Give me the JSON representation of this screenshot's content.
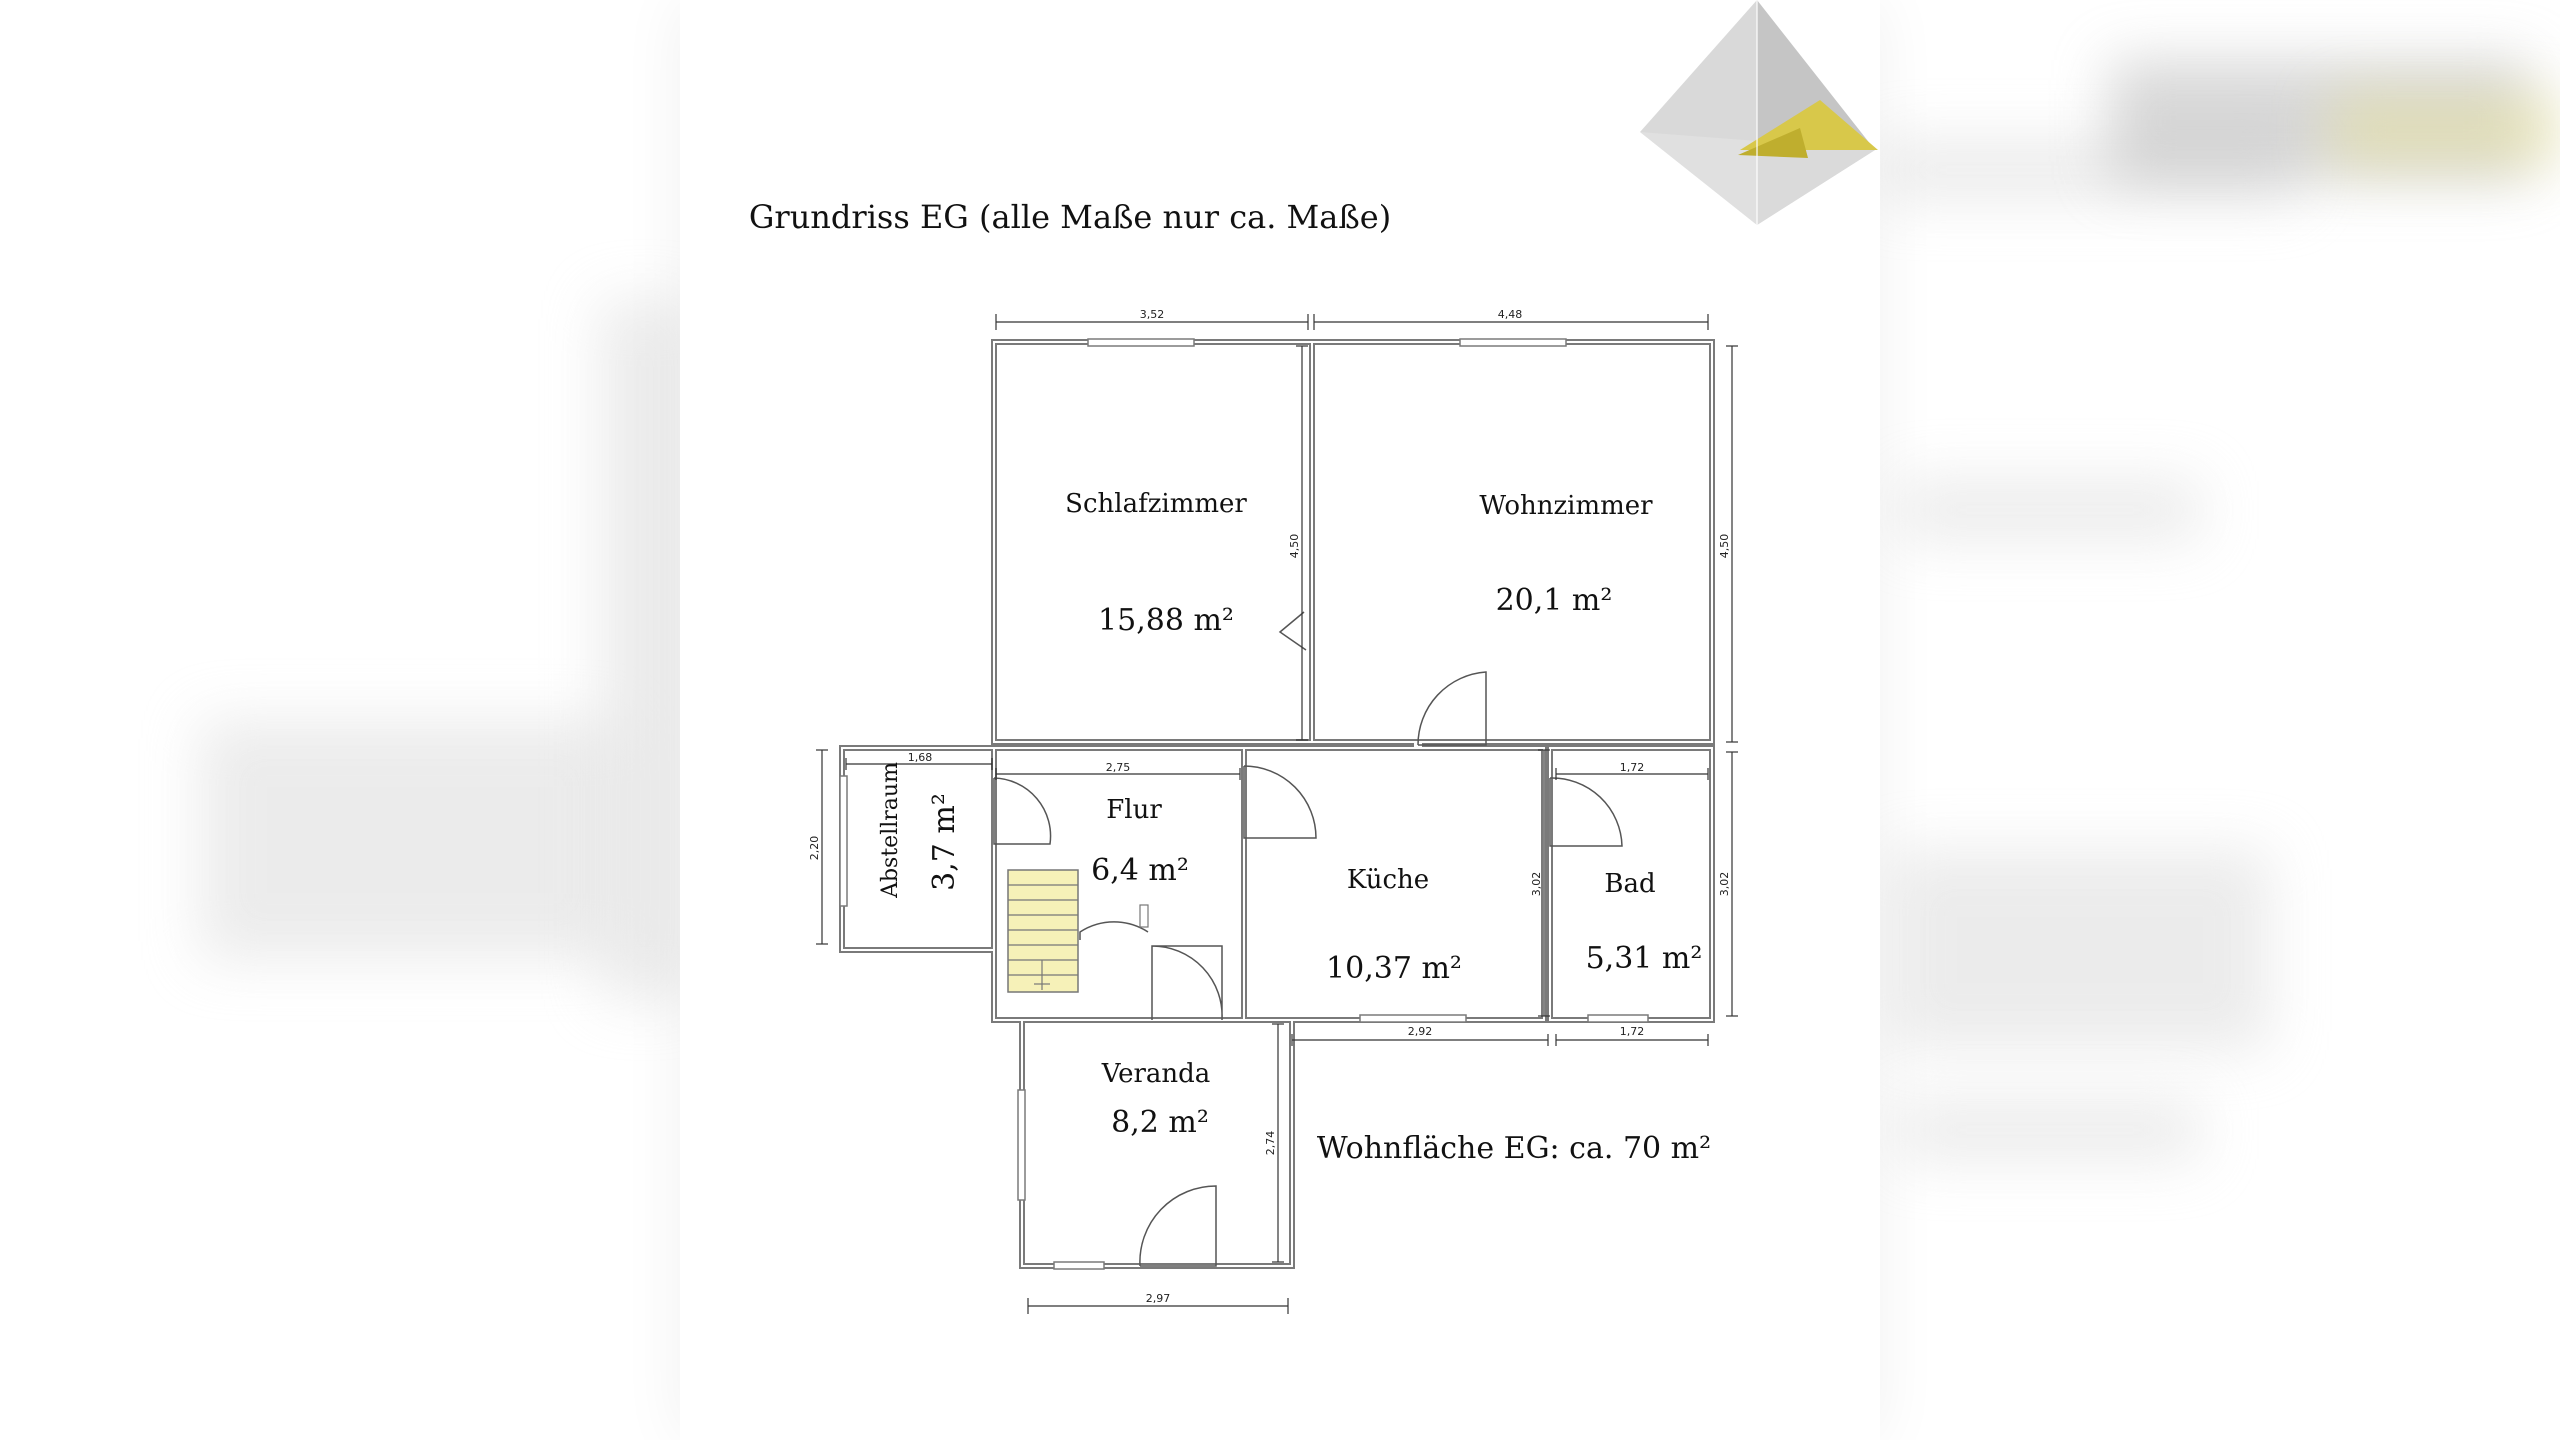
{
  "title": "Grundriss EG (alle Maße nur ca. Maße)",
  "total_area": "Wohnfläche EG: ca. 70 m²",
  "rooms": {
    "schlafzimmer": {
      "name": "Schlafzimmer",
      "area": "15,88 m²"
    },
    "wohnzimmer": {
      "name": "Wohnzimmer",
      "area": "20,1 m²"
    },
    "abstellraum": {
      "name": "Abstellraum",
      "area": "3,7 m²"
    },
    "flur": {
      "name": "Flur",
      "area": "6,4 m²"
    },
    "kueche": {
      "name": "Küche",
      "area": "10,37 m²"
    },
    "bad": {
      "name": "Bad",
      "area": "5,31 m²"
    },
    "veranda": {
      "name": "Veranda",
      "area": "8,2 m²"
    }
  },
  "dimensions": {
    "top_left": "3,52",
    "top_right": "4,48",
    "schlaf_height": "4,50",
    "right_upper": "4,50",
    "abstell_width": "1,68",
    "flur_width": "2,75",
    "bad_width_top": "1,72",
    "abstell_height": "2,20",
    "kueche_height": "3,02",
    "right_lower": "3,02",
    "kueche_width": "2,92",
    "bad_width_bottom": "1,72",
    "veranda_height": "2,74",
    "veranda_width": "2,97"
  },
  "colors": {
    "wall": "#7a7a7a",
    "stairs": "#f6f1b8",
    "logo_gray": "#c4c4c4",
    "logo_yellow": "#d8c84a"
  }
}
